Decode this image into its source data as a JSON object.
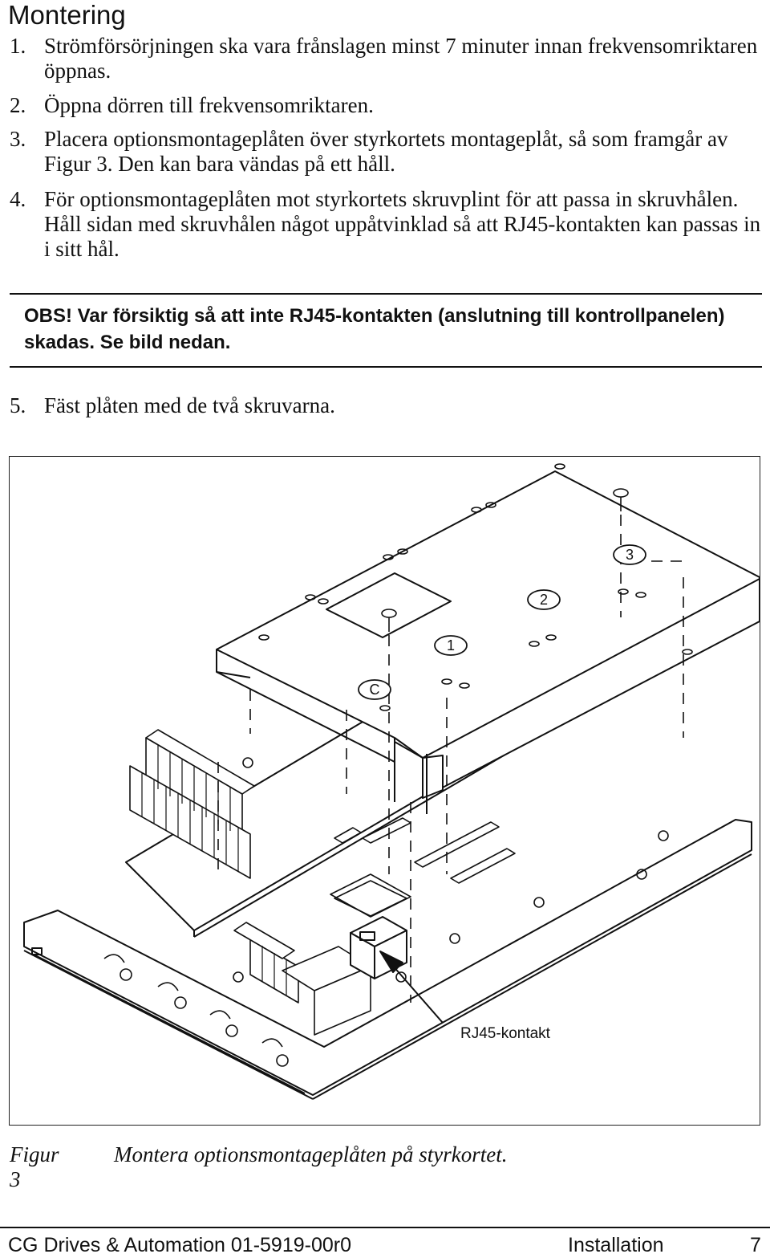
{
  "heading": "Montering",
  "steps": [
    {
      "num": "1.",
      "text": "Strömförsörjningen ska vara frånslagen minst 7 minuter innan frekvensomriktaren öppnas."
    },
    {
      "num": "2.",
      "text": "Öppna dörren till frekvensomriktaren."
    },
    {
      "num": "3.",
      "text": "Placera optionsmontageplåten över styrkortets montageplåt, så som framgår av Figur 3. Den kan bara vändas på ett håll."
    },
    {
      "num": "4.",
      "text": "För optionsmontageplåten mot styrkortets skruvplint för att passa in skruvhålen. Håll sidan med skruvhålen något uppåtvinklad så att RJ45-kontakten kan passas in i sitt hål."
    },
    {
      "num": "5.",
      "text": "Fäst plåten med de två skruvarna."
    }
  ],
  "note": "OBS! Var försiktig så att inte RJ45-kontakten (anslutning till kontrollpanelen) skadas. Se bild nedan.",
  "figure": {
    "slot_labels": [
      "C",
      "1",
      "2",
      "3"
    ],
    "callout": "RJ45-kontakt",
    "caption_label": "Figur 3",
    "caption_text": "Montera optionsmontageplåten på styrkortet."
  },
  "footer": {
    "company": "CG Drives & Automation 01-5919-00r0",
    "section": "Installation",
    "page": "7"
  }
}
